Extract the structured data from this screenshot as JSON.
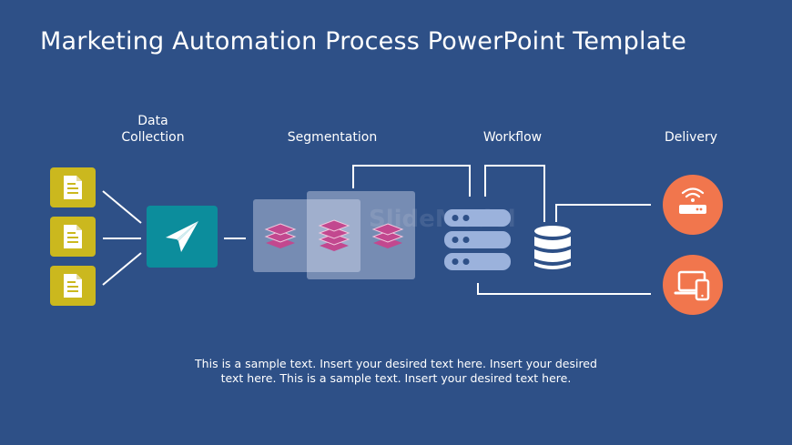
{
  "title": "Marketing Automation Process PowerPoint Template",
  "stages": {
    "data_collection": "Data\nCollection",
    "segmentation": "Segmentation",
    "workflow": "Workflow",
    "delivery": "Delivery"
  },
  "watermark": "SlideModel",
  "footer": "This is a sample text. Insert your desired text here. Insert your desired text here. This is a sample text. Insert your desired text here.",
  "colors": {
    "background": "#2e5087",
    "document_tile": "#cbb81e",
    "send_tile": "#0c8d9c",
    "layers": "#c2488f",
    "server": "#9bb2dc",
    "delivery_circle": "#f1764d"
  },
  "icons": [
    "document-icon",
    "paper-plane-icon",
    "layers-icon",
    "server-icon",
    "database-icon",
    "router-icon",
    "devices-icon"
  ]
}
